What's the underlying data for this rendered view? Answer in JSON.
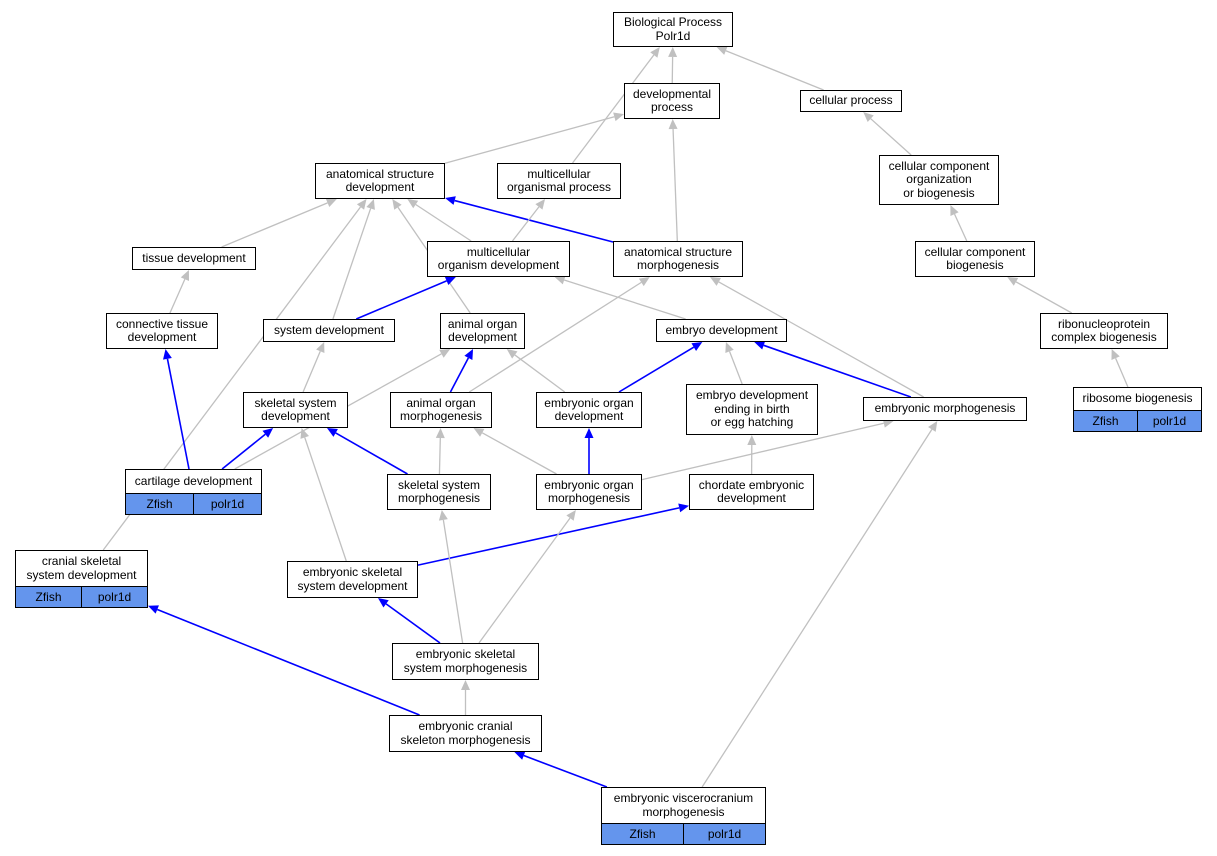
{
  "colors": {
    "is_a_edge": "#c0c0c0",
    "part_of_edge": "#0000ff",
    "annotation_fill": "#6495ed"
  },
  "nodes": {
    "bp": {
      "label": "Biological Process\nPolr1d"
    },
    "dev": {
      "label": "developmental\nprocess"
    },
    "cell": {
      "label": "cellular process"
    },
    "asd": {
      "label": "anatomical structure\ndevelopment"
    },
    "mop": {
      "label": "multicellular\norganismal process"
    },
    "ccob": {
      "label": "cellular component\norganization\nor biogenesis"
    },
    "tissue": {
      "label": "tissue development"
    },
    "mod": {
      "label": "multicellular\norganism development"
    },
    "asm": {
      "label": "anatomical structure\nmorphogenesis"
    },
    "ccb": {
      "label": "cellular component\nbiogenesis"
    },
    "ctd": {
      "label": "connective tissue\ndevelopment"
    },
    "sysdev": {
      "label": "system development"
    },
    "aod": {
      "label": "animal organ\ndevelopment"
    },
    "embdev": {
      "label": "embryo development"
    },
    "rnp": {
      "label": "ribonucleoprotein\ncomplex biogenesis"
    },
    "ssd": {
      "label": "skeletal system\ndevelopment"
    },
    "aom": {
      "label": "animal organ\nmorphogenesis"
    },
    "eod": {
      "label": "embryonic organ\ndevelopment"
    },
    "edeb": {
      "label": "embryo development\nending in birth\nor egg hatching"
    },
    "embmorph": {
      "label": "embryonic morphogenesis"
    },
    "ribo": {
      "label": "ribosome biogenesis",
      "annotations": [
        "Zfish",
        "polr1d"
      ]
    },
    "cart": {
      "label": "cartilage development",
      "annotations": [
        "Zfish",
        "polr1d"
      ]
    },
    "ssm": {
      "label": "skeletal system\nmorphogenesis"
    },
    "eom": {
      "label": "embryonic organ\nmorphogenesis"
    },
    "ced": {
      "label": "chordate embryonic\ndevelopment"
    },
    "cssd": {
      "label": "cranial skeletal\nsystem development",
      "annotations": [
        "Zfish",
        "polr1d"
      ]
    },
    "essd": {
      "label": "embryonic skeletal\nsystem development"
    },
    "essm": {
      "label": "embryonic skeletal\nsystem morphogenesis"
    },
    "ecsm": {
      "label": "embryonic cranial\nskeleton morphogenesis"
    },
    "evm": {
      "label": "embryonic viscerocranium\nmorphogenesis",
      "annotations": [
        "Zfish",
        "polr1d"
      ]
    }
  },
  "edges": [
    {
      "from": "dev",
      "to": "bp",
      "relation": "is_a"
    },
    {
      "from": "cell",
      "to": "bp",
      "relation": "is_a"
    },
    {
      "from": "mop",
      "to": "bp",
      "relation": "is_a"
    },
    {
      "from": "asd",
      "to": "dev",
      "relation": "is_a"
    },
    {
      "from": "asm",
      "to": "dev",
      "relation": "is_a"
    },
    {
      "from": "ccob",
      "to": "cell",
      "relation": "is_a"
    },
    {
      "from": "tissue",
      "to": "asd",
      "relation": "is_a"
    },
    {
      "from": "mod",
      "to": "asd",
      "relation": "is_a"
    },
    {
      "from": "asm",
      "to": "asd",
      "relation": "part_of"
    },
    {
      "from": "sysdev",
      "to": "asd",
      "relation": "is_a"
    },
    {
      "from": "aod",
      "to": "asd",
      "relation": "is_a"
    },
    {
      "from": "cssd",
      "to": "asd",
      "relation": "is_a"
    },
    {
      "from": "mod",
      "to": "mop",
      "relation": "is_a"
    },
    {
      "from": "ccb",
      "to": "ccob",
      "relation": "is_a"
    },
    {
      "from": "ctd",
      "to": "tissue",
      "relation": "is_a"
    },
    {
      "from": "sysdev",
      "to": "mod",
      "relation": "part_of"
    },
    {
      "from": "embdev",
      "to": "mod",
      "relation": "is_a"
    },
    {
      "from": "aom",
      "to": "asm",
      "relation": "is_a"
    },
    {
      "from": "embmorph",
      "to": "asm",
      "relation": "is_a"
    },
    {
      "from": "rnp",
      "to": "ccb",
      "relation": "is_a"
    },
    {
      "from": "cart",
      "to": "ctd",
      "relation": "part_of"
    },
    {
      "from": "ssd",
      "to": "sysdev",
      "relation": "is_a"
    },
    {
      "from": "cart",
      "to": "aod",
      "relation": "is_a"
    },
    {
      "from": "aom",
      "to": "aod",
      "relation": "part_of"
    },
    {
      "from": "eod",
      "to": "aod",
      "relation": "is_a"
    },
    {
      "from": "eod",
      "to": "embdev",
      "relation": "part_of"
    },
    {
      "from": "edeb",
      "to": "embdev",
      "relation": "is_a"
    },
    {
      "from": "embmorph",
      "to": "embdev",
      "relation": "part_of"
    },
    {
      "from": "ribo",
      "to": "rnp",
      "relation": "is_a"
    },
    {
      "from": "cart",
      "to": "ssd",
      "relation": "part_of"
    },
    {
      "from": "ssm",
      "to": "ssd",
      "relation": "part_of"
    },
    {
      "from": "essd",
      "to": "ssd",
      "relation": "is_a"
    },
    {
      "from": "ssm",
      "to": "aom",
      "relation": "is_a"
    },
    {
      "from": "eom",
      "to": "aom",
      "relation": "is_a"
    },
    {
      "from": "eom",
      "to": "eod",
      "relation": "part_of"
    },
    {
      "from": "ced",
      "to": "edeb",
      "relation": "is_a"
    },
    {
      "from": "eom",
      "to": "embmorph",
      "relation": "is_a"
    },
    {
      "from": "evm",
      "to": "embmorph",
      "relation": "is_a"
    },
    {
      "from": "essd",
      "to": "ced",
      "relation": "part_of"
    },
    {
      "from": "essm",
      "to": "ssm",
      "relation": "is_a"
    },
    {
      "from": "essm",
      "to": "eom",
      "relation": "is_a"
    },
    {
      "from": "essm",
      "to": "essd",
      "relation": "part_of"
    },
    {
      "from": "ecsm",
      "to": "essm",
      "relation": "is_a"
    },
    {
      "from": "ecsm",
      "to": "cssd",
      "relation": "part_of"
    },
    {
      "from": "evm",
      "to": "ecsm",
      "relation": "part_of"
    }
  ]
}
